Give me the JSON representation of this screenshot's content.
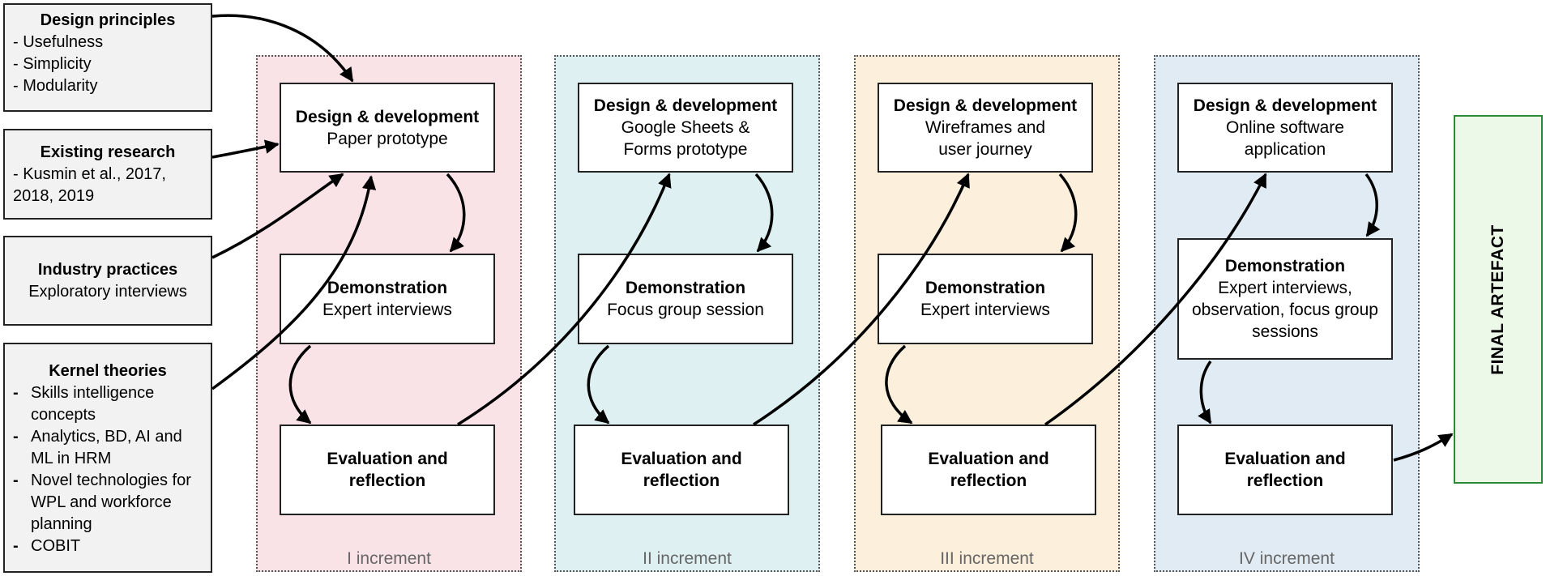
{
  "inputs": {
    "design_principles": {
      "title": "Design principles",
      "items": [
        "- Usefulness",
        "- Simplicity",
        "- Modularity"
      ]
    },
    "existing_research": {
      "title": "Existing research",
      "items": [
        "- Kusmin et al., 2017,",
        "2018, 2019"
      ]
    },
    "industry_practices": {
      "title": "Industry practices",
      "subtitle": "Exploratory interviews"
    },
    "kernel_theories": {
      "title": "Kernel theories",
      "items": [
        "Skills intelligence concepts",
        "Analytics, BD, AI and ML in HRM",
        "Novel technologies for WPL and workforce planning",
        "COBIT"
      ]
    }
  },
  "increments": [
    {
      "label": "I increment",
      "color": "#fae3e6",
      "design_title": "Design & development",
      "design_sub": "Paper prototype",
      "demo_title": "Demonstration",
      "demo_sub": "Expert interviews",
      "eval_title": "Evaluation and reflection"
    },
    {
      "label": "II increment",
      "color": "#def0f1",
      "design_title": "Design & development",
      "design_sub": "Google Sheets & Forms prototype",
      "demo_title": "Demonstration",
      "demo_sub": "Focus group session",
      "eval_title": "Evaluation and reflection"
    },
    {
      "label": "III increment",
      "color": "#fcefdc",
      "design_title": "Design & development",
      "design_sub": "Wireframes and user journey",
      "demo_title": "Demonstration",
      "demo_sub": "Expert interviews",
      "eval_title": "Evaluation and reflection"
    },
    {
      "label": "IV increment",
      "color": "#e1ebf3",
      "design_title": "Design & development",
      "design_sub": "Online software application",
      "demo_title": "Demonstration",
      "demo_sub": "Expert interviews, observation, focus group sessions",
      "eval_title": "Evaluation and reflection"
    }
  ],
  "final": {
    "label": "FINAL ARTEFACT",
    "color": "#edf9e8"
  }
}
